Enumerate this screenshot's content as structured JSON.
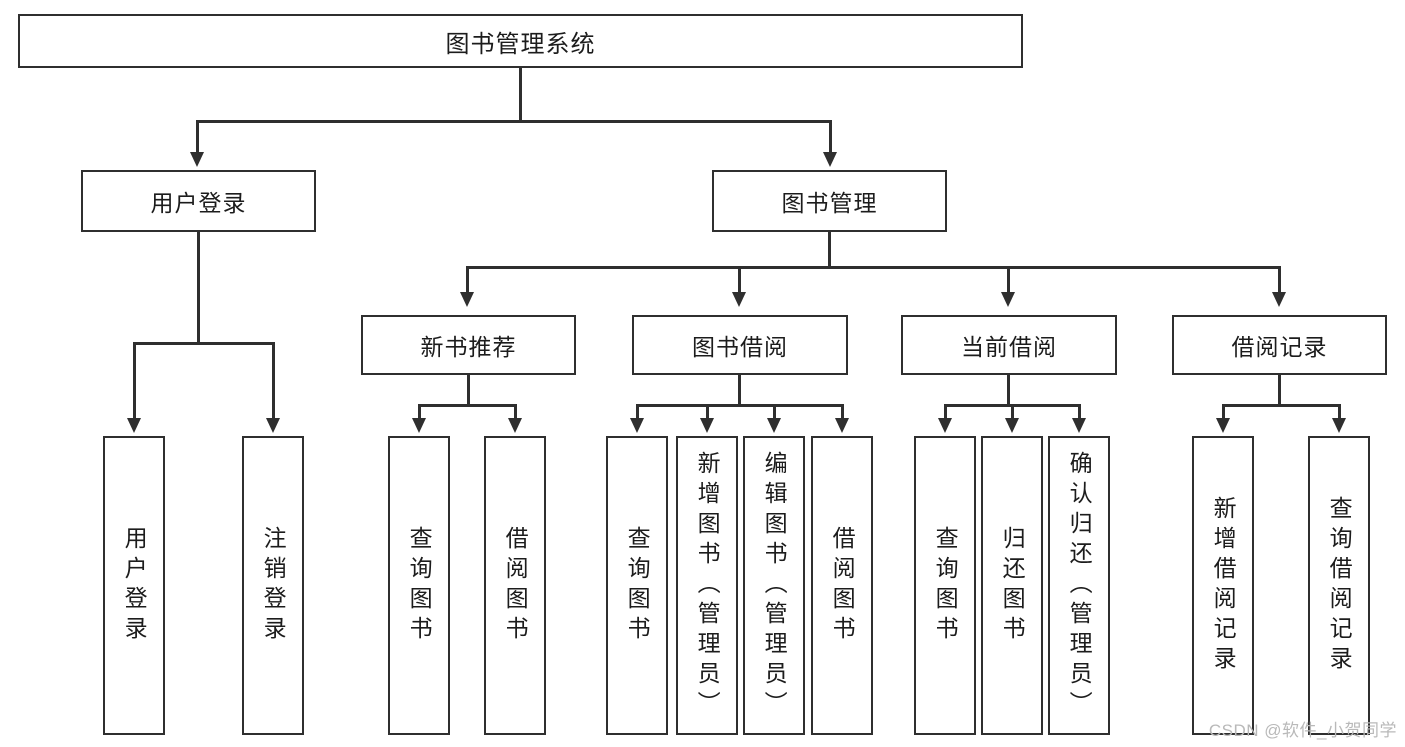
{
  "diagram": {
    "title": "图书管理系统",
    "type": "tree-hierarchy-diagram",
    "root": {
      "label": "图书管理系统"
    },
    "level2": [
      {
        "label": "用户登录"
      },
      {
        "label": "图书管理"
      }
    ],
    "level3": [
      {
        "label": "新书推荐"
      },
      {
        "label": "图书借阅"
      },
      {
        "label": "当前借阅"
      },
      {
        "label": "借阅记录"
      }
    ],
    "leaves": {
      "user_login": [
        {
          "label": "用户登录"
        },
        {
          "label": "注销登录"
        }
      ],
      "new_book_recommend": [
        {
          "label": "查询图书"
        },
        {
          "label": "借阅图书"
        }
      ],
      "book_borrow": [
        {
          "label": "查询图书"
        },
        {
          "label": "新增图书（管理员）"
        },
        {
          "label": "编辑图书（管理员）"
        },
        {
          "label": "借阅图书"
        }
      ],
      "current_borrow": [
        {
          "label": "查询图书"
        },
        {
          "label": "归还图书"
        },
        {
          "label": "确认归还（管理员）"
        }
      ],
      "borrow_record": [
        {
          "label": "新增借阅记录"
        },
        {
          "label": "查询借阅记录"
        }
      ]
    }
  },
  "colors": {
    "stroke": "#2f2f2f",
    "fill": "#ffffff",
    "text": "#1c1c1c",
    "watermark": "#b9b9b9"
  },
  "watermark": {
    "text": "CSDN @软件_小贺同学"
  }
}
